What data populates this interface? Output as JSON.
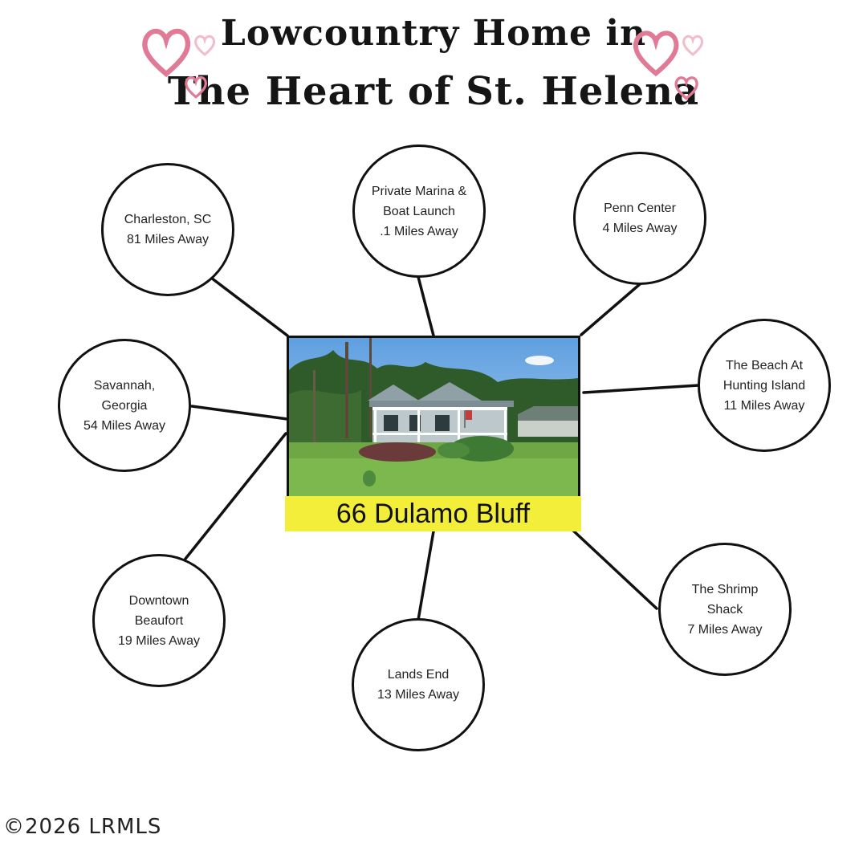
{
  "title": {
    "line1": "Lowcountry Home in",
    "line2": "The Heart of St. Helena"
  },
  "center": {
    "address": "66 Dulamo Bluff"
  },
  "locations": [
    {
      "name": "Private Marina &\nBoat Launch",
      "distance": ".1 Miles Away"
    },
    {
      "name": "Penn Center",
      "distance": "4 Miles Away"
    },
    {
      "name": "The Beach At\nHunting Island",
      "distance": "11 Miles Away"
    },
    {
      "name": "The Shrimp\nShack",
      "distance": "7 Miles Away"
    },
    {
      "name": "Lands End",
      "distance": "13 Miles Away"
    },
    {
      "name": "Downtown\nBeaufort",
      "distance": "19 Miles Away"
    },
    {
      "name": "Savannah,\nGeorgia",
      "distance": "54 Miles Away"
    },
    {
      "name": "Charleston, SC",
      "distance": "81 Miles Away"
    }
  ],
  "footer": {
    "copyright": "©2026 LRMLS"
  },
  "colors": {
    "heart": "#e07a96",
    "heart_light": "#f2bccb",
    "highlight": "#f2ee3a",
    "line": "#111111"
  }
}
